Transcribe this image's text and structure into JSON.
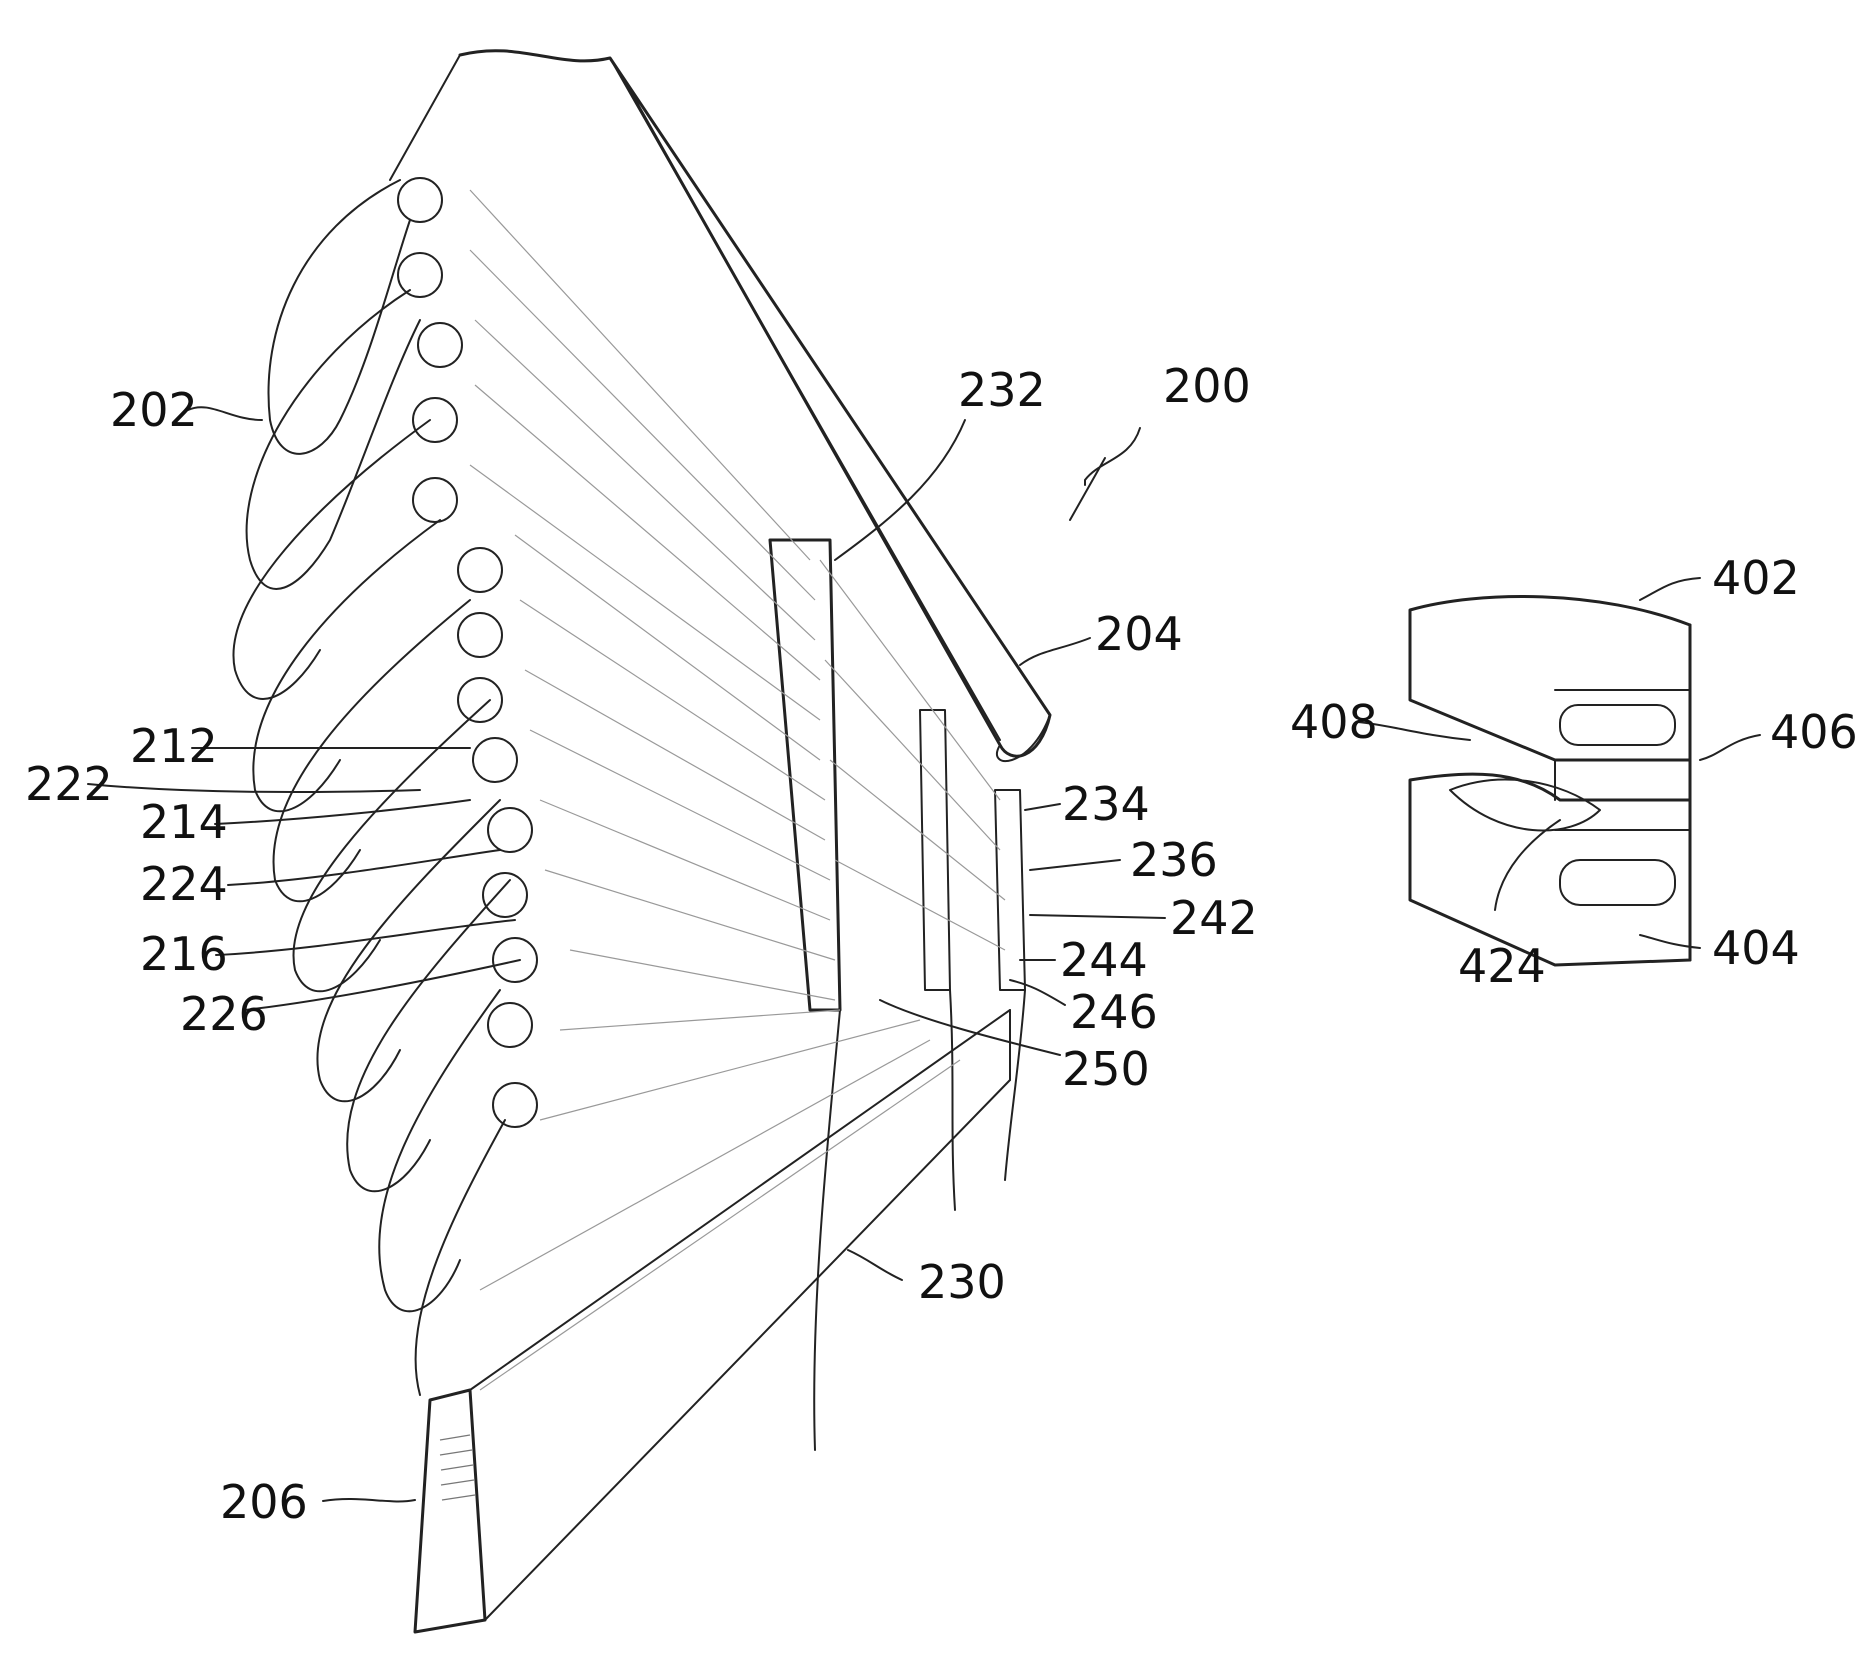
{
  "figure": {
    "labels": {
      "r200": "200",
      "r202": "202",
      "r204": "204",
      "r206": "206",
      "r212": "212",
      "r214": "214",
      "r216": "216",
      "r222": "222",
      "r224": "224",
      "r226": "226",
      "r230": "230",
      "r232": "232",
      "r234": "234",
      "r236": "236",
      "r242": "242",
      "r244": "244",
      "r246": "246",
      "r250": "250",
      "r402": "402",
      "r404": "404",
      "r406": "406",
      "r408": "408",
      "r424": "424"
    }
  }
}
